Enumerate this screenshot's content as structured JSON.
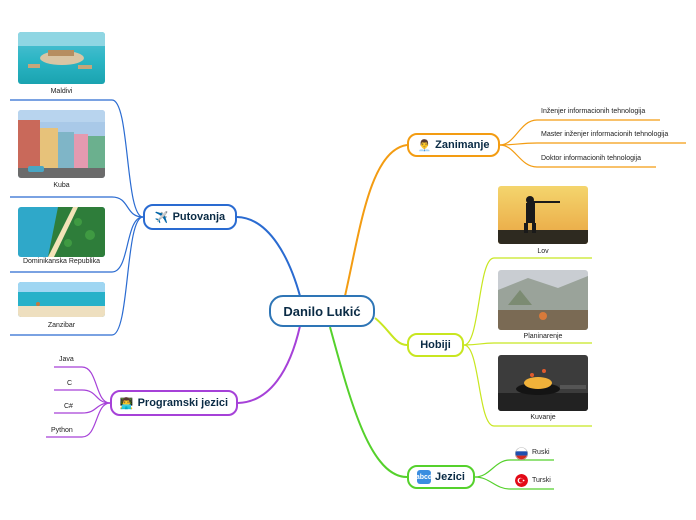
{
  "central": {
    "label": "Danilo Lukić"
  },
  "zanimanje": {
    "label": "Zanimanje",
    "icon": "office-worker-icon",
    "items": [
      "Inženjer informacionih tehnologija",
      "Master inženjer informacionih tehnologija",
      "Doktor informacionih tehnologija"
    ]
  },
  "putovanja": {
    "label": "Putovanja",
    "icon": "airplane-icon",
    "items": [
      "Maldivi",
      "Kuba",
      "Dominikanska Republika",
      "Zanzibar"
    ]
  },
  "hobiji": {
    "label": "Hobiji",
    "items": [
      "Lov",
      "Planinarenje",
      "Kuvanje"
    ]
  },
  "programski": {
    "label": "Programski jezici",
    "icon": "technologist-icon",
    "items": [
      "Java",
      "C",
      "C#",
      "Python"
    ]
  },
  "jezici": {
    "label": "Jezici",
    "icon": "abcd-icon",
    "icon_text": "abcd",
    "items": [
      "Ruski",
      "Turski"
    ]
  },
  "colors": {
    "central": "#2e75b6",
    "zanimanje": "#f39c12",
    "putovanja": "#2a6bd1",
    "hobiji": "#c8e620",
    "programski": "#a641d8",
    "jezici": "#55d12c"
  }
}
